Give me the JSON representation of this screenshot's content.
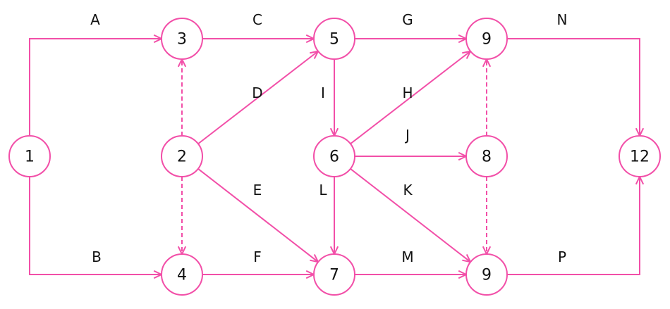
{
  "diagram": {
    "type": "activity-on-arrow network",
    "colors": {
      "stroke": "#f24fa8",
      "text": "#111111"
    },
    "nodes": [
      {
        "id": "n1",
        "label": "1"
      },
      {
        "id": "n3",
        "label": "3"
      },
      {
        "id": "n5",
        "label": "5"
      },
      {
        "id": "n9t",
        "label": "9"
      },
      {
        "id": "n2",
        "label": "2"
      },
      {
        "id": "n6",
        "label": "6"
      },
      {
        "id": "n8",
        "label": "8"
      },
      {
        "id": "n12",
        "label": "12"
      },
      {
        "id": "n4",
        "label": "4"
      },
      {
        "id": "n7",
        "label": "7"
      },
      {
        "id": "n9b",
        "label": "9"
      }
    ],
    "edges": [
      {
        "from": "n1",
        "to": "n3",
        "label": "A",
        "dashed": false
      },
      {
        "from": "n1",
        "to": "n4",
        "label": "B",
        "dashed": false
      },
      {
        "from": "n3",
        "to": "n5",
        "label": "C",
        "dashed": false
      },
      {
        "from": "n2",
        "to": "n5",
        "label": "D",
        "dashed": false
      },
      {
        "from": "n2",
        "to": "n7",
        "label": "E",
        "dashed": false
      },
      {
        "from": "n4",
        "to": "n7",
        "label": "F",
        "dashed": false
      },
      {
        "from": "n5",
        "to": "n9t",
        "label": "G",
        "dashed": false
      },
      {
        "from": "n6",
        "to": "n9t",
        "label": "H",
        "dashed": false
      },
      {
        "from": "n5",
        "to": "n6",
        "label": "I",
        "dashed": false
      },
      {
        "from": "n6",
        "to": "n8",
        "label": "J",
        "dashed": false
      },
      {
        "from": "n6",
        "to": "n9b",
        "label": "K",
        "dashed": false
      },
      {
        "from": "n6",
        "to": "n7",
        "label": "L",
        "dashed": false
      },
      {
        "from": "n7",
        "to": "n9b",
        "label": "M",
        "dashed": false
      },
      {
        "from": "n9t",
        "to": "n12",
        "label": "N",
        "dashed": false
      },
      {
        "from": "n9b",
        "to": "n12",
        "label": "P",
        "dashed": false
      },
      {
        "from": "n2",
        "to": "n3",
        "label": "",
        "dashed": true
      },
      {
        "from": "n2",
        "to": "n4",
        "label": "",
        "dashed": true
      },
      {
        "from": "n8",
        "to": "n9t",
        "label": "",
        "dashed": true
      },
      {
        "from": "n8",
        "to": "n9b",
        "label": "",
        "dashed": true
      }
    ]
  }
}
